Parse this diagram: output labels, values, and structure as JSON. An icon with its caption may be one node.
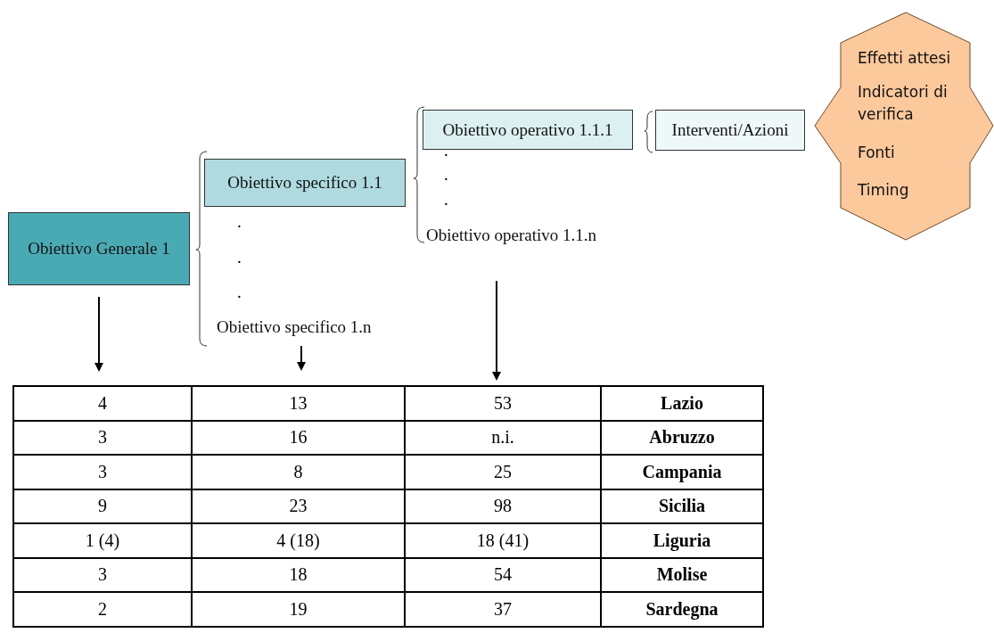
{
  "diagram": {
    "nodes": [
      {
        "text": [
          "Obiettivo Generale 1"
        ]
      },
      {
        "text": [
          "Obiettivo specifico 1.1"
        ]
      },
      {
        "text": [
          "Obiettivo specifico 1.n"
        ]
      },
      {
        "text": [
          "Obiettivo operativo 1.1.1"
        ]
      },
      {
        "text": [
          "Obiettivo operativo 1.1.n"
        ]
      },
      {
        "text": [
          "Interventi/Azioni"
        ]
      },
      {
        "text": [
          "Effetti attesi",
          "Indicatori di verifica",
          "Fonti",
          "Timing"
        ]
      }
    ],
    "labels": [
      ".",
      ".",
      ".",
      ".",
      ".",
      ".",
      "4",
      "13",
      "53",
      "Lazio",
      "3",
      "16",
      "n.i.",
      "Abruzzo",
      "3",
      "8",
      "25",
      "Campania",
      "9",
      "23",
      "98",
      "Sicilia",
      "1 (4)",
      "4 (18)",
      "18 (41)",
      "Liguria",
      "3",
      "18",
      "54",
      "Molise",
      "2",
      "19",
      "37",
      "Sardegna"
    ]
  }
}
